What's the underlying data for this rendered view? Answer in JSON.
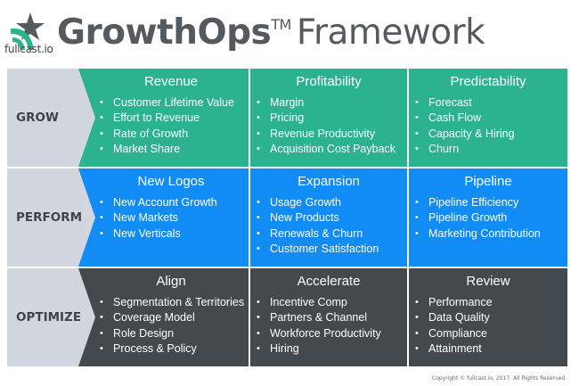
{
  "brand": {
    "logo_text": "fullcast.io",
    "title_bold": "GrowthOps",
    "trademark": "TM",
    "title_light": "Framework"
  },
  "colors": {
    "grow": "#2ab38e",
    "perform": "#128cf5",
    "optimize": "#43494d",
    "label_bg": "#d2d6de"
  },
  "rows": [
    {
      "label": "GROW",
      "cells": [
        {
          "heading": "Revenue",
          "items": [
            "Customer Lifetime Value",
            "Effort to Revenue",
            "Rate of Growth",
            "Market Share"
          ]
        },
        {
          "heading": "Profitability",
          "items": [
            "Margin",
            "Pricing",
            "Revenue Productivity",
            "Acquisition Cost Payback"
          ]
        },
        {
          "heading": "Predictability",
          "items": [
            "Forecast",
            "Cash Flow",
            "Capacity & Hiring",
            "Churn"
          ]
        }
      ]
    },
    {
      "label": "PERFORM",
      "cells": [
        {
          "heading": "New Logos",
          "items": [
            "New Account Growth",
            "New Markets",
            "New Verticals"
          ]
        },
        {
          "heading": "Expansion",
          "items": [
            "Usage Growth",
            "New Products",
            "Renewals & Churn",
            "Customer Satisfaction"
          ]
        },
        {
          "heading": "Pipeline",
          "items": [
            "Pipeline Efficiency",
            "Pipeline Growth",
            "Marketing Contribution"
          ]
        }
      ]
    },
    {
      "label": "OPTIMIZE",
      "cells": [
        {
          "heading": "Align",
          "items": [
            "Segmentation & Territories",
            "Coverage Model",
            "Role Design",
            "Process & Policy"
          ]
        },
        {
          "heading": "Accelerate",
          "items": [
            "Incentive Comp",
            "Partners & Channel",
            "Workforce Productivity",
            "Hiring"
          ]
        },
        {
          "heading": "Review",
          "items": [
            "Performance",
            "Data Quality",
            "Compliance",
            "Attainment"
          ]
        }
      ]
    }
  ],
  "copyright": "Copyright © fullcast.io, 2017. All Rights Reserved."
}
